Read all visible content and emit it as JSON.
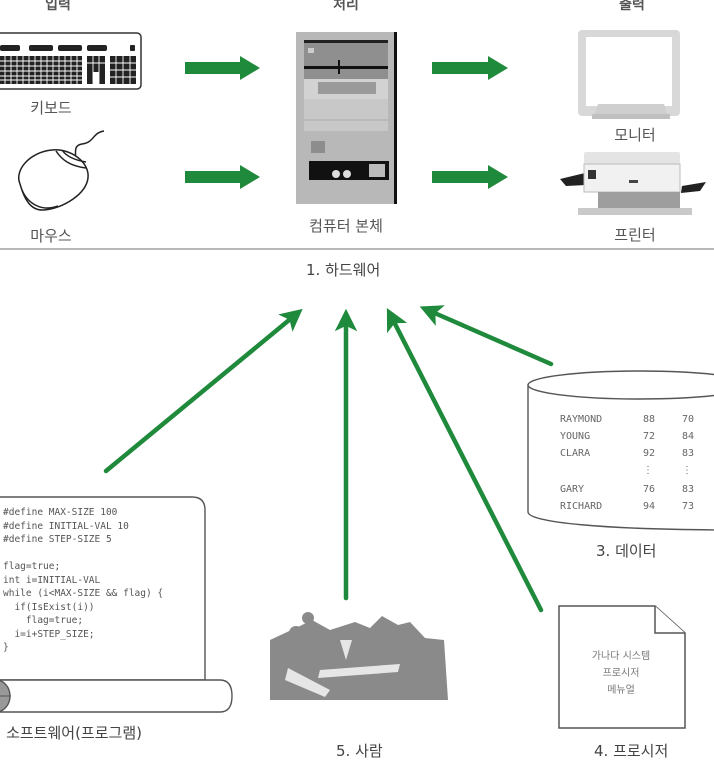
{
  "top_section": {
    "headers": {
      "input": "입력",
      "process": "처리",
      "output": "출력"
    },
    "devices": {
      "keyboard": "키보드",
      "mouse": "마우스",
      "computer": "컴퓨터 본체",
      "monitor": "모니터",
      "printer": "프린터"
    }
  },
  "hardware_label": "1. 하드웨어",
  "components": {
    "software": {
      "label": "2. 소프트웨어(프로그램)",
      "code_lines": [
        "#define MAX-SIZE 100",
        "#define INITIAL-VAL 10",
        "#define STEP-SIZE 5",
        "",
        "flag=true;",
        "int i=INITIAL-VAL",
        "while (i<MAX-SIZE && flag) {",
        "  if(IsExist(i))",
        "    flag=true;",
        "  i=i+STEP_SIZE;",
        "}"
      ]
    },
    "data": {
      "label": "3. 데이터",
      "rows": [
        {
          "name": "RAYMOND",
          "a": "88",
          "b": "70"
        },
        {
          "name": "YOUNG",
          "a": "72",
          "b": "84"
        },
        {
          "name": "CLARA",
          "a": "92",
          "b": "83"
        },
        {
          "name": "",
          "a": "⋮",
          "b": "⋮"
        },
        {
          "name": "GARY",
          "a": "76",
          "b": "83"
        },
        {
          "name": "RICHARD",
          "a": "94",
          "b": "73"
        }
      ]
    },
    "procedure": {
      "label": "4. 프로시저",
      "doc_lines": [
        "가나다 시스템",
        "프로시저",
        "메뉴얼"
      ]
    },
    "people": {
      "label": "5. 사람"
    }
  },
  "colors": {
    "arrow": "#1f8a3c",
    "outline": "#555555",
    "device_gray": "#b5b5b5"
  }
}
